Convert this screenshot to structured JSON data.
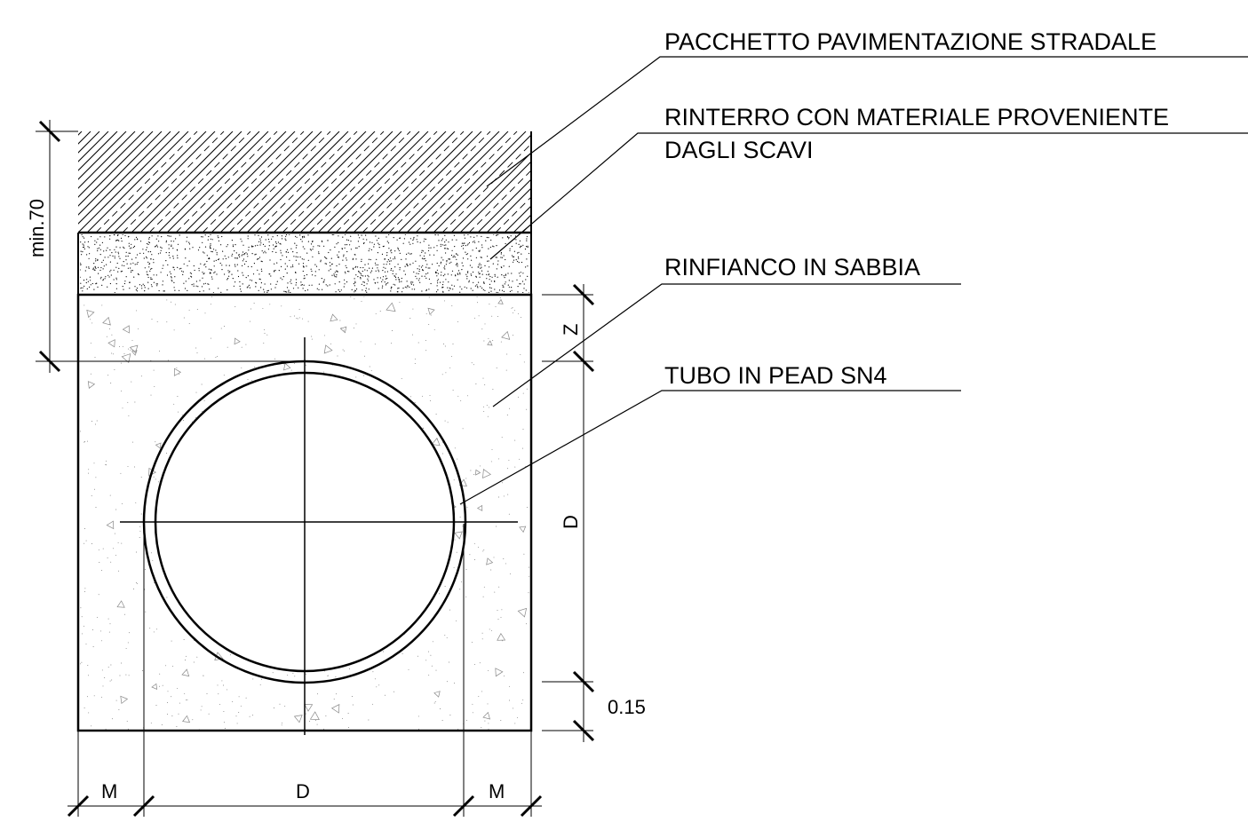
{
  "labels": {
    "pavement": "PACCHETTO PAVIMENTAZIONE STRADALE",
    "backfill_line1": "RINTERRO CON MATERIALE PROVENIENTE",
    "backfill_line2": "DAGLI SCAVI",
    "sand": "RINFIANCO IN SABBIA",
    "pipe": "TUBO IN PEAD SN4"
  },
  "dimensions": {
    "min_cover": "min.70",
    "z": "Z",
    "d_vertical": "D",
    "bed": "0.15",
    "m_left": "M",
    "d_horizontal": "D",
    "m_right": "M"
  },
  "colors": {
    "line": "#000000",
    "background": "#ffffff"
  }
}
